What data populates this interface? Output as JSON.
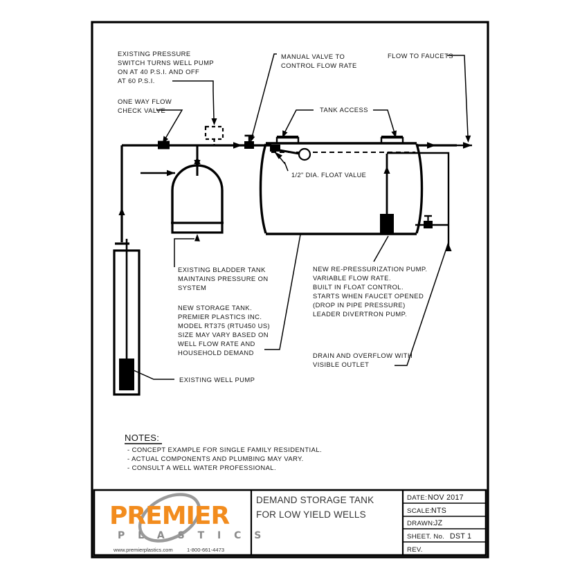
{
  "drawing": {
    "annotations": {
      "pressure_switch": [
        "EXISTING PRESSURE",
        "SWITCH TURNS WELL PUMP",
        "ON AT 40 P.S.I. AND OFF",
        "AT 60 P.S.I."
      ],
      "check_valve": [
        "ONE WAY FLOW",
        "CHECK VALVE"
      ],
      "manual_valve": [
        "MANUAL VALVE TO",
        "CONTROL FLOW RATE"
      ],
      "flow_to_faucets": "FLOW TO FAUCETS",
      "tank_access": "TANK ACCESS",
      "float_valve": "1/2\" DIA. FLOAT VALUE",
      "bladder_tank": [
        "EXISTING BLADDER TANK",
        "MAINTAINS PRESSURE ON",
        "SYSTEM"
      ],
      "storage_tank": [
        "NEW STORAGE TANK.",
        "PREMIER PLASTICS INC.",
        "MODEL RT375 (RTU450 US)",
        "SIZE MAY VARY BASED ON",
        "WELL FLOW RATE AND",
        "HOUSEHOLD DEMAND"
      ],
      "repressurization_pump": [
        "NEW RE-PRESSURIZATION PUMP.",
        "VARIABLE FLOW RATE.",
        "BUILT IN FLOAT CONTROL.",
        "STARTS WHEN FAUCET OPENED",
        "(DROP IN PIPE PRESSURE)",
        "LEADER DIVERTRON PUMP."
      ],
      "drain_overflow": [
        "DRAIN AND OVERFLOW WITH",
        "VISIBLE OUTLET"
      ],
      "well_pump": "EXISTING WELL PUMP"
    },
    "notes": {
      "heading": "NOTES:",
      "items": [
        "- CONCEPT EXAMPLE FOR SINGLE FAMILY RESIDENTIAL.",
        "- ACTUAL COMPONENTS AND PLUMBING MAY VARY.",
        "- CONSULT A WELL WATER PROFESSIONAL."
      ]
    }
  },
  "titleblock": {
    "logo": {
      "name": "PREMIER",
      "subname": "P L A S T I C S",
      "website": "www.premierplastics.com",
      "phone": "1-800-661-4473",
      "brand_color": "#F28C1E",
      "swoosh_color": "#9a9a9a"
    },
    "title_lines": [
      "DEMAND STORAGE TANK",
      "FOR LOW YIELD WELLS"
    ],
    "fields": [
      {
        "label": "DATE:",
        "value": "NOV 2017"
      },
      {
        "label": "SCALE:",
        "value": "NTS"
      },
      {
        "label": "DRAWN:",
        "value": "JZ"
      },
      {
        "label": "SHEET.  No.",
        "value": "DST 1"
      },
      {
        "label": "REV.",
        "value": ""
      }
    ]
  }
}
